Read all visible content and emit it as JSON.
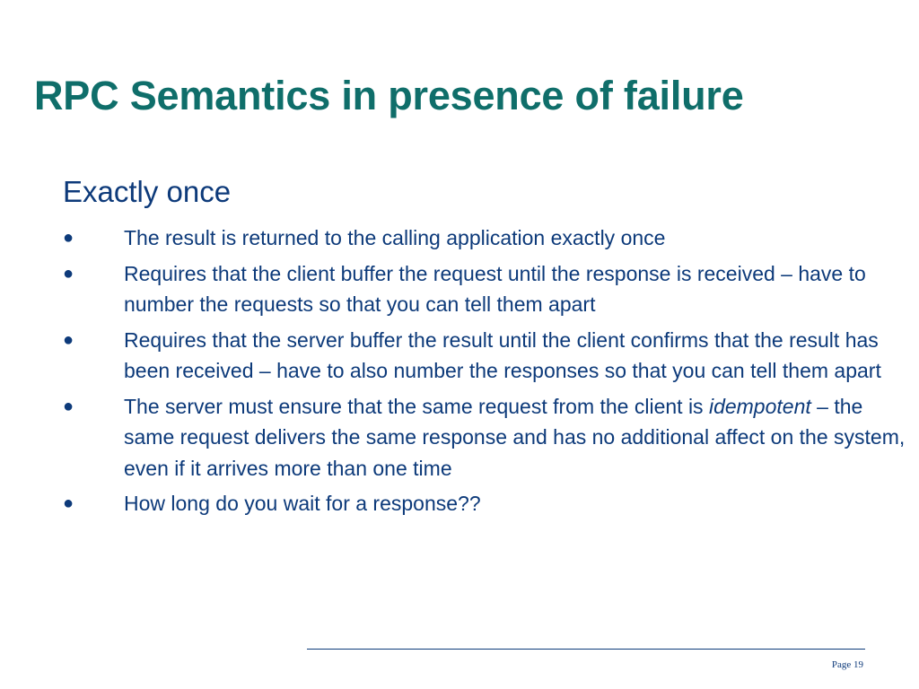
{
  "slide": {
    "title": "RPC Semantics in presence of failure",
    "subtitle": "Exactly once",
    "bullet_symbol": "●",
    "bullets": [
      {
        "before": "The result is returned to the calling application exactly once",
        "emph": "",
        "after": ""
      },
      {
        "before": "Requires that the client buffer the request until the response is received – have to number the requests so that you can tell them apart",
        "emph": "",
        "after": ""
      },
      {
        "before": "Requires that the server buffer the result until the client confirms that the result has been received – have to also number the responses so that you can tell them apart",
        "emph": "",
        "after": ""
      },
      {
        "before": "The server must ensure that the same request from the client is ",
        "emph": "idempotent",
        "after": " – the same request delivers the same response and has no additional affect on the system, even if it arrives more than one time"
      },
      {
        "before": "How long do you wait for a response??",
        "emph": "",
        "after": ""
      }
    ],
    "footer": {
      "page_label": "Page 19"
    }
  },
  "colors": {
    "title": "#0f6e6a",
    "body_text": "#0d3a7a",
    "background": "#ffffff"
  }
}
